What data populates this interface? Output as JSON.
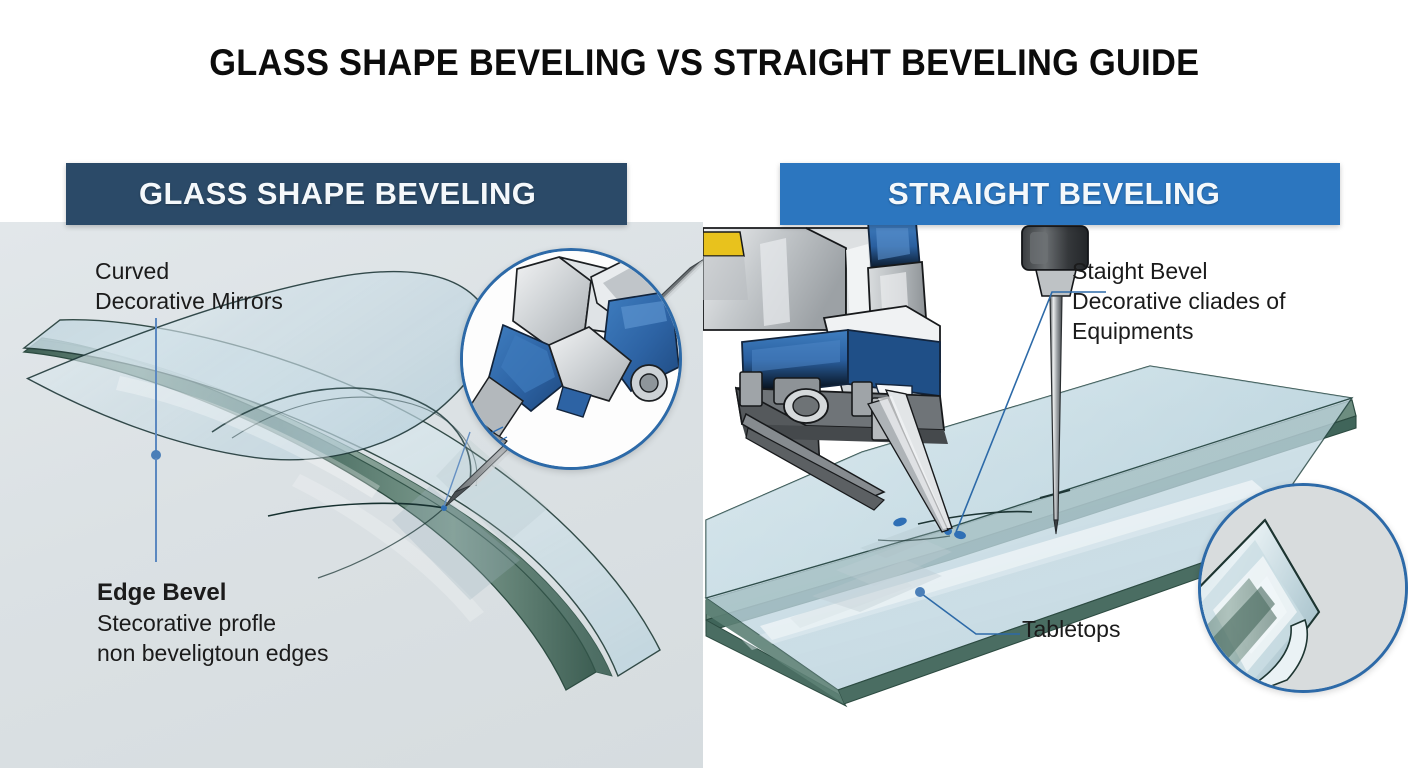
{
  "title": "GLASS SHAPE BEVELING VS STRAIGHT BEVELING GUIDE",
  "panels": {
    "left": {
      "header": "GLASS SHAPE BEVELING",
      "header_color": "#2b4a68",
      "background_color": "#dde3e6",
      "annotations": [
        {
          "name": "curved-decorative-mirrors",
          "line1": "Curved",
          "line2": "Decorative Mirrors",
          "line3": "",
          "bold_head": false
        },
        {
          "name": "edge-bevel",
          "line1": "Edge Bevel",
          "line2": "Stecorative profle",
          "line3": "non beveligtoun edges",
          "bold_head": true
        }
      ],
      "magnifier": "tool-head-closeup",
      "subject": "curved-glass-sheet"
    },
    "right": {
      "header": "STRAIGHT BEVELING",
      "header_color": "#2c76bf",
      "background_color": "#ffffff",
      "annotations": [
        {
          "name": "straight-bevel",
          "line1": "Staight Bevel",
          "line2": "Decorative cliades of",
          "line3": "Equipments",
          "bold_head": false
        },
        {
          "name": "tabletops",
          "line1": "Tabletops",
          "line2": "",
          "line3": "",
          "bold_head": false
        }
      ],
      "magnifier": "bevel-edge-closeup",
      "subject": "flat-glass-panel"
    }
  },
  "colors": {
    "navy": "#2b4a68",
    "blue": "#2c76bf",
    "leader_blue": "#5b88c0",
    "magnifier_border": "#2d6aa8",
    "glass_tint": "#cfe0e6",
    "glass_edge_green": "#4b6b5d",
    "machine_gray": "#b9bdc0",
    "machine_blue": "#2e63a5",
    "machine_dark": "#3a3a3c",
    "accent_yellow": "#e8c21d",
    "text_dark": "#1b1b1b"
  }
}
